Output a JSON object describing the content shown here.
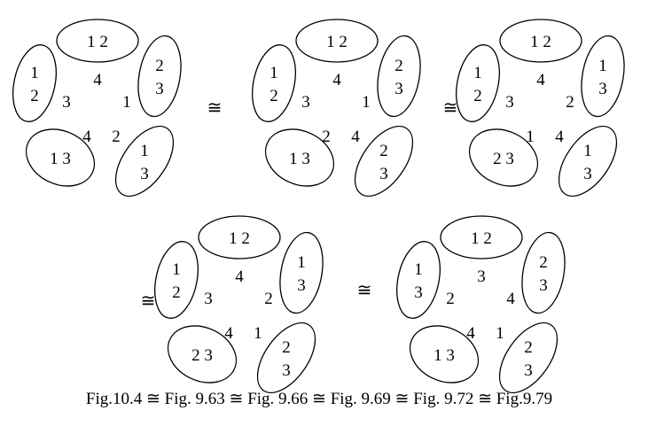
{
  "relation_symbol": "≅",
  "figures": [
    {
      "ovals": [
        {
          "lines": [
            "1 2"
          ]
        },
        {
          "lines": [
            "2",
            "3"
          ]
        },
        {
          "lines": [
            "1",
            "3"
          ]
        },
        {
          "lines": [
            "1 3"
          ]
        },
        {
          "lines": [
            "1",
            "2"
          ]
        }
      ],
      "inner": [
        "4",
        "1",
        "2",
        "4",
        "3"
      ]
    },
    {
      "ovals": [
        {
          "lines": [
            "1 2"
          ]
        },
        {
          "lines": [
            "2",
            "3"
          ]
        },
        {
          "lines": [
            "2",
            "3"
          ]
        },
        {
          "lines": [
            "1 3"
          ]
        },
        {
          "lines": [
            "1",
            "2"
          ]
        }
      ],
      "inner": [
        "4",
        "1",
        "4",
        "2",
        "3"
      ]
    },
    {
      "ovals": [
        {
          "lines": [
            "1 2"
          ]
        },
        {
          "lines": [
            "1",
            "3"
          ]
        },
        {
          "lines": [
            "1",
            "3"
          ]
        },
        {
          "lines": [
            "2 3"
          ]
        },
        {
          "lines": [
            "1",
            "2"
          ]
        }
      ],
      "inner": [
        "4",
        "2",
        "4",
        "1",
        "3"
      ]
    },
    {
      "ovals": [
        {
          "lines": [
            "1 2"
          ]
        },
        {
          "lines": [
            "1",
            "3"
          ]
        },
        {
          "lines": [
            "2",
            "3"
          ]
        },
        {
          "lines": [
            "2 3"
          ]
        },
        {
          "lines": [
            "1",
            "2"
          ]
        }
      ],
      "inner": [
        "4",
        "2",
        "1",
        "4",
        "3"
      ]
    },
    {
      "ovals": [
        {
          "lines": [
            "1 2"
          ]
        },
        {
          "lines": [
            "2",
            "3"
          ]
        },
        {
          "lines": [
            "2",
            "3"
          ]
        },
        {
          "lines": [
            "1 3"
          ]
        },
        {
          "lines": [
            "1",
            "3"
          ]
        }
      ],
      "inner": [
        "3",
        "4",
        "1",
        "4",
        "2"
      ]
    }
  ],
  "caption": "Fig.10.4 ≅ Fig. 9.63  ≅ Fig. 9.66  ≅ Fig. 9.69  ≅ Fig. 9.72  ≅ Fig.9.79"
}
